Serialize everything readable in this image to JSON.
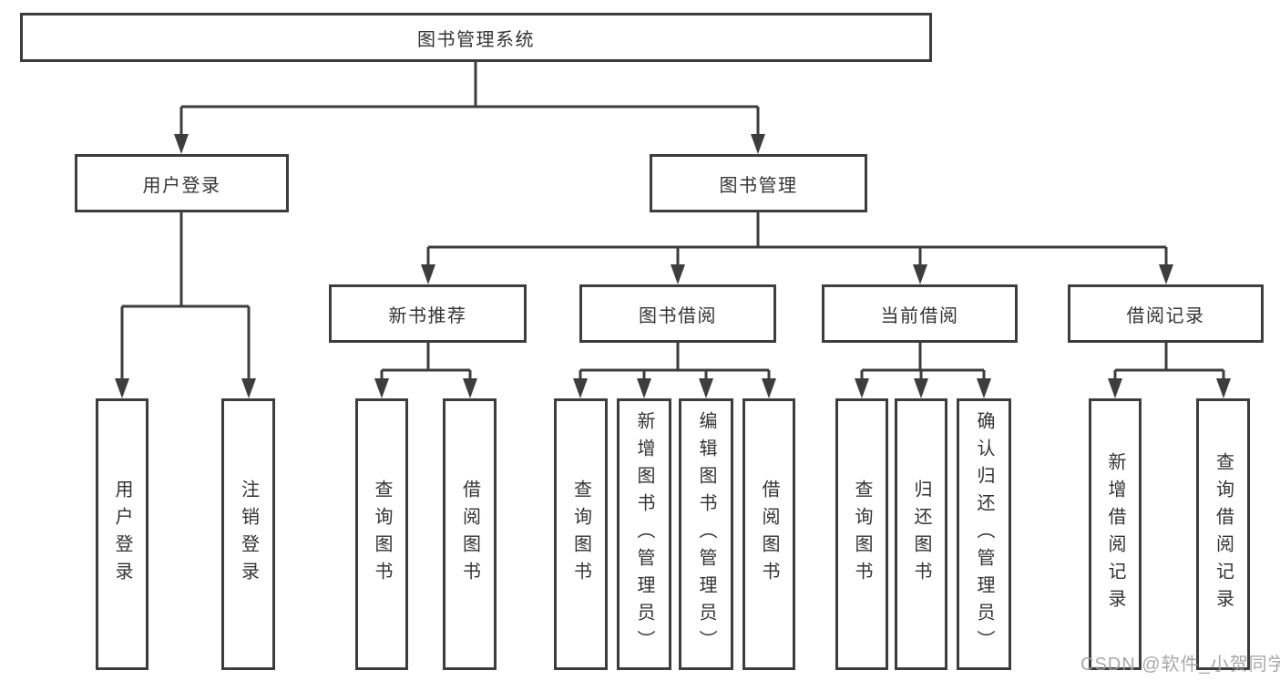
{
  "diagram": {
    "type": "hierarchy-tree",
    "watermark": "CSDN @软件_小贺同学",
    "colors": {
      "line": "#3d3d3d",
      "box_border": "#3d3d3d",
      "text": "#333333",
      "background": "#ffffff",
      "watermark": "#9e9e9e"
    },
    "nodes": {
      "root": "图书管理系统",
      "user_login": "用户登录",
      "book_mgmt": "图书管理",
      "login": "用户登录",
      "logout": "注销登录",
      "new_book_rec": "新书推荐",
      "book_borrow": "图书借阅",
      "current_borrow": "当前借阅",
      "borrow_record": "借阅记录",
      "nb_query": "查询图书",
      "nb_borrow": "借阅图书",
      "bb_query": "查询图书",
      "bb_add": "新增图书（管理员）",
      "bb_edit": "编辑图书（管理员）",
      "bb_borrow": "借阅图书",
      "cb_query": "查询图书",
      "cb_return": "归还图书",
      "cb_confirm": "确认归还（管理员）",
      "br_add": "新增借阅记录",
      "br_query": "查询借阅记录"
    },
    "structure": {
      "root_children": [
        "用户登录",
        "图书管理"
      ],
      "user_login_children": [
        "用户登录",
        "注销登录"
      ],
      "book_mgmt_children": [
        "新书推荐",
        "图书借阅",
        "当前借阅",
        "借阅记录"
      ],
      "new_book_rec_children": [
        "查询图书",
        "借阅图书"
      ],
      "book_borrow_children": [
        "查询图书",
        "新增图书（管理员）",
        "编辑图书（管理员）",
        "借阅图书"
      ],
      "current_borrow_children": [
        "查询图书",
        "归还图书",
        "确认归还（管理员）"
      ],
      "borrow_record_children": [
        "新增借阅记录",
        "查询借阅记录"
      ]
    }
  }
}
